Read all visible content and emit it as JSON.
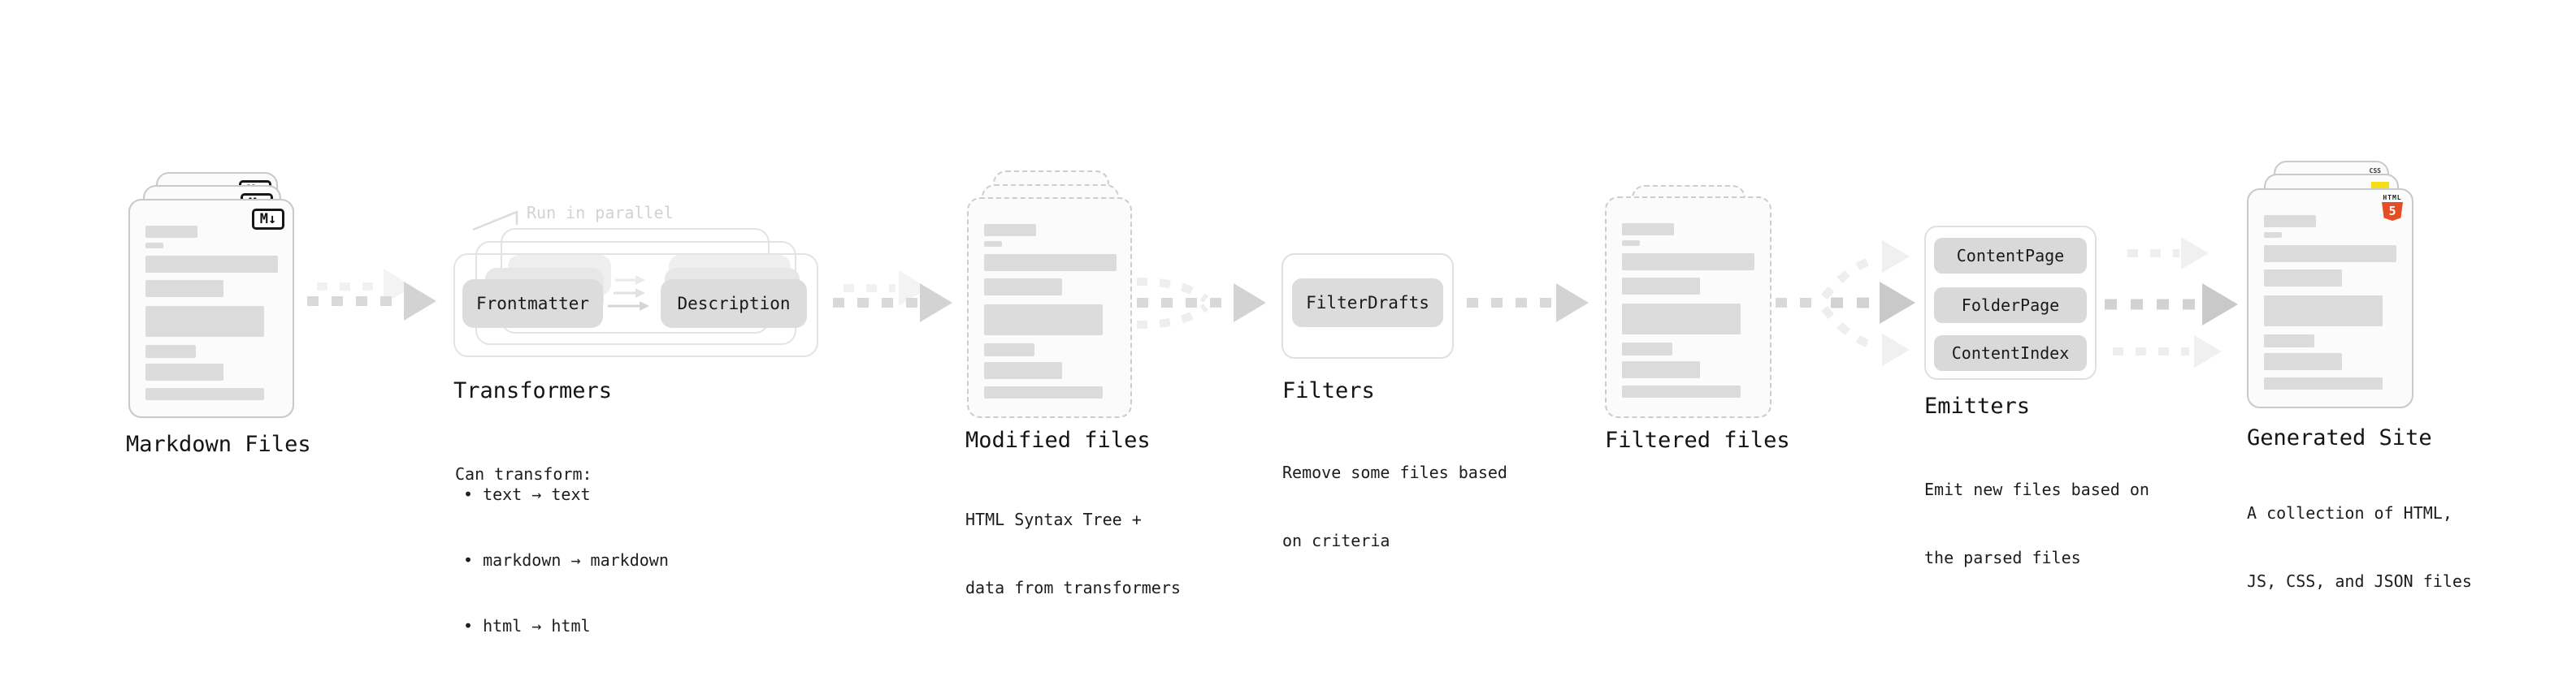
{
  "diagram": {
    "markdown_files": {
      "label": "Markdown Files",
      "icon": "M↓"
    },
    "transformers": {
      "label": "Transformers",
      "annotation": "Run in parallel",
      "pill_a": "Frontmatter",
      "pill_b": "Description",
      "desc_title": "Can transform:",
      "bullets": [
        "• text → text",
        "• markdown → markdown",
        "• html → html"
      ]
    },
    "modified_files": {
      "label": "Modified files",
      "desc1": "HTML Syntax Tree +",
      "desc2": "data from transformers"
    },
    "filters": {
      "label": "Filters",
      "pill": "FilterDrafts",
      "desc1": "Remove some files based",
      "desc2": "on criteria"
    },
    "filtered_files": {
      "label": "Filtered files"
    },
    "emitters": {
      "label": "Emitters",
      "pills": [
        "ContentPage",
        "FolderPage",
        "ContentIndex"
      ],
      "desc1": "Emit new files based on",
      "desc2": "the parsed files"
    },
    "generated_site": {
      "label": "Generated Site",
      "desc1": "A collection of HTML,",
      "desc2": "JS, CSS, and JSON files",
      "html_badge": "HTML",
      "html_badge_number": "5",
      "css_badge": "CSS"
    }
  },
  "colors": {
    "html5_orange": "#e44d26",
    "js_yellow": "#f5de19",
    "css_blue": "#2962ff",
    "card_fill": "#fbfbfb",
    "bar_gray": "#dbdbdb",
    "arrow_gray": "#d9d9d9"
  }
}
